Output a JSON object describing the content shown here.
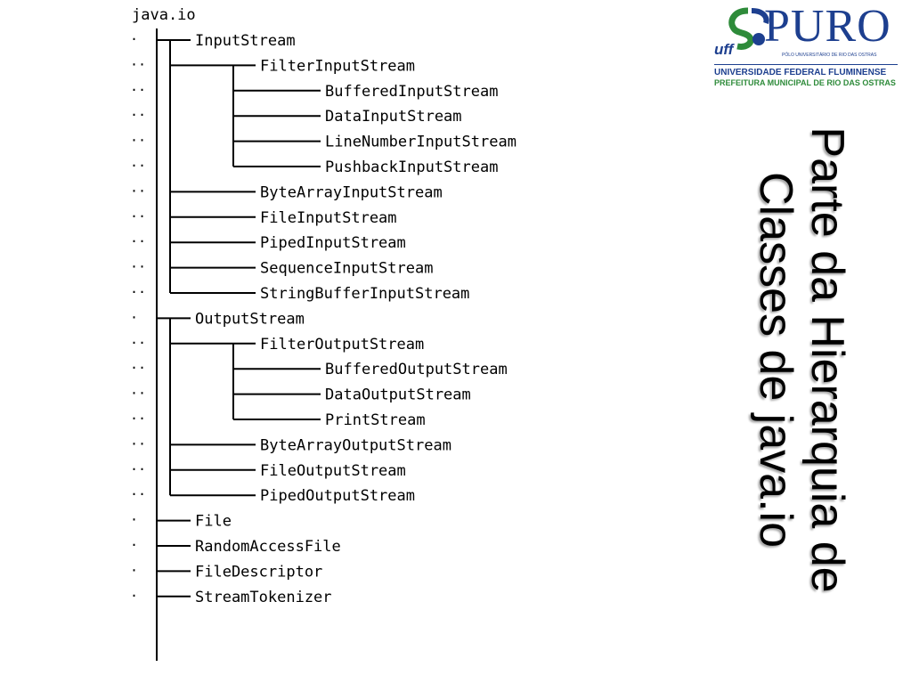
{
  "root": "java.io",
  "nodes": [
    {
      "label": "InputStream",
      "level": 1,
      "dots": "·"
    },
    {
      "label": "FilterInputStream",
      "level": 2,
      "dots": "··"
    },
    {
      "label": "BufferedInputStream",
      "level": 3,
      "dots": "··"
    },
    {
      "label": "DataInputStream",
      "level": 3,
      "dots": "··"
    },
    {
      "label": "LineNumberInputStream",
      "level": 3,
      "dots": "··"
    },
    {
      "label": "PushbackInputStream",
      "level": 3,
      "dots": "··"
    },
    {
      "label": "ByteArrayInputStream",
      "level": 2,
      "dots": "··"
    },
    {
      "label": "FileInputStream",
      "level": 2,
      "dots": "··"
    },
    {
      "label": "PipedInputStream",
      "level": 2,
      "dots": "··"
    },
    {
      "label": "SequenceInputStream",
      "level": 2,
      "dots": "··"
    },
    {
      "label": "StringBufferInputStream",
      "level": 2,
      "dots": "··"
    },
    {
      "label": "OutputStream",
      "level": 1,
      "dots": "·"
    },
    {
      "label": "FilterOutputStream",
      "level": 2,
      "dots": "··"
    },
    {
      "label": "BufferedOutputStream",
      "level": 3,
      "dots": "··"
    },
    {
      "label": "DataOutputStream",
      "level": 3,
      "dots": "··"
    },
    {
      "label": "PrintStream",
      "level": 3,
      "dots": "··"
    },
    {
      "label": "ByteArrayOutputStream",
      "level": 2,
      "dots": "··"
    },
    {
      "label": "FileOutputStream",
      "level": 2,
      "dots": "··"
    },
    {
      "label": "PipedOutputStream",
      "level": 2,
      "dots": "··"
    },
    {
      "label": "File",
      "level": 1,
      "dots": "·"
    },
    {
      "label": "RandomAccessFile",
      "level": 1,
      "dots": "·"
    },
    {
      "label": "FileDescriptor",
      "level": 1,
      "dots": "·"
    },
    {
      "label": "StreamTokenizer",
      "level": 1,
      "dots": "·"
    }
  ],
  "title": "Parte da Hierarquia de Classes de java.io",
  "logo": {
    "name": "PURO",
    "polo": "PÓLO UNIVERSITÁRIO DE RIO DAS OSTRAS",
    "uff": "uff",
    "university": "UNIVERSIDADE FEDERAL FLUMINENSE",
    "prefecture": "PREFEITURA MUNICIPAL DE RIO DAS OSTRAS"
  },
  "colors": {
    "logo_blue": "#1d3f8f",
    "logo_green": "#2e8b3a"
  }
}
